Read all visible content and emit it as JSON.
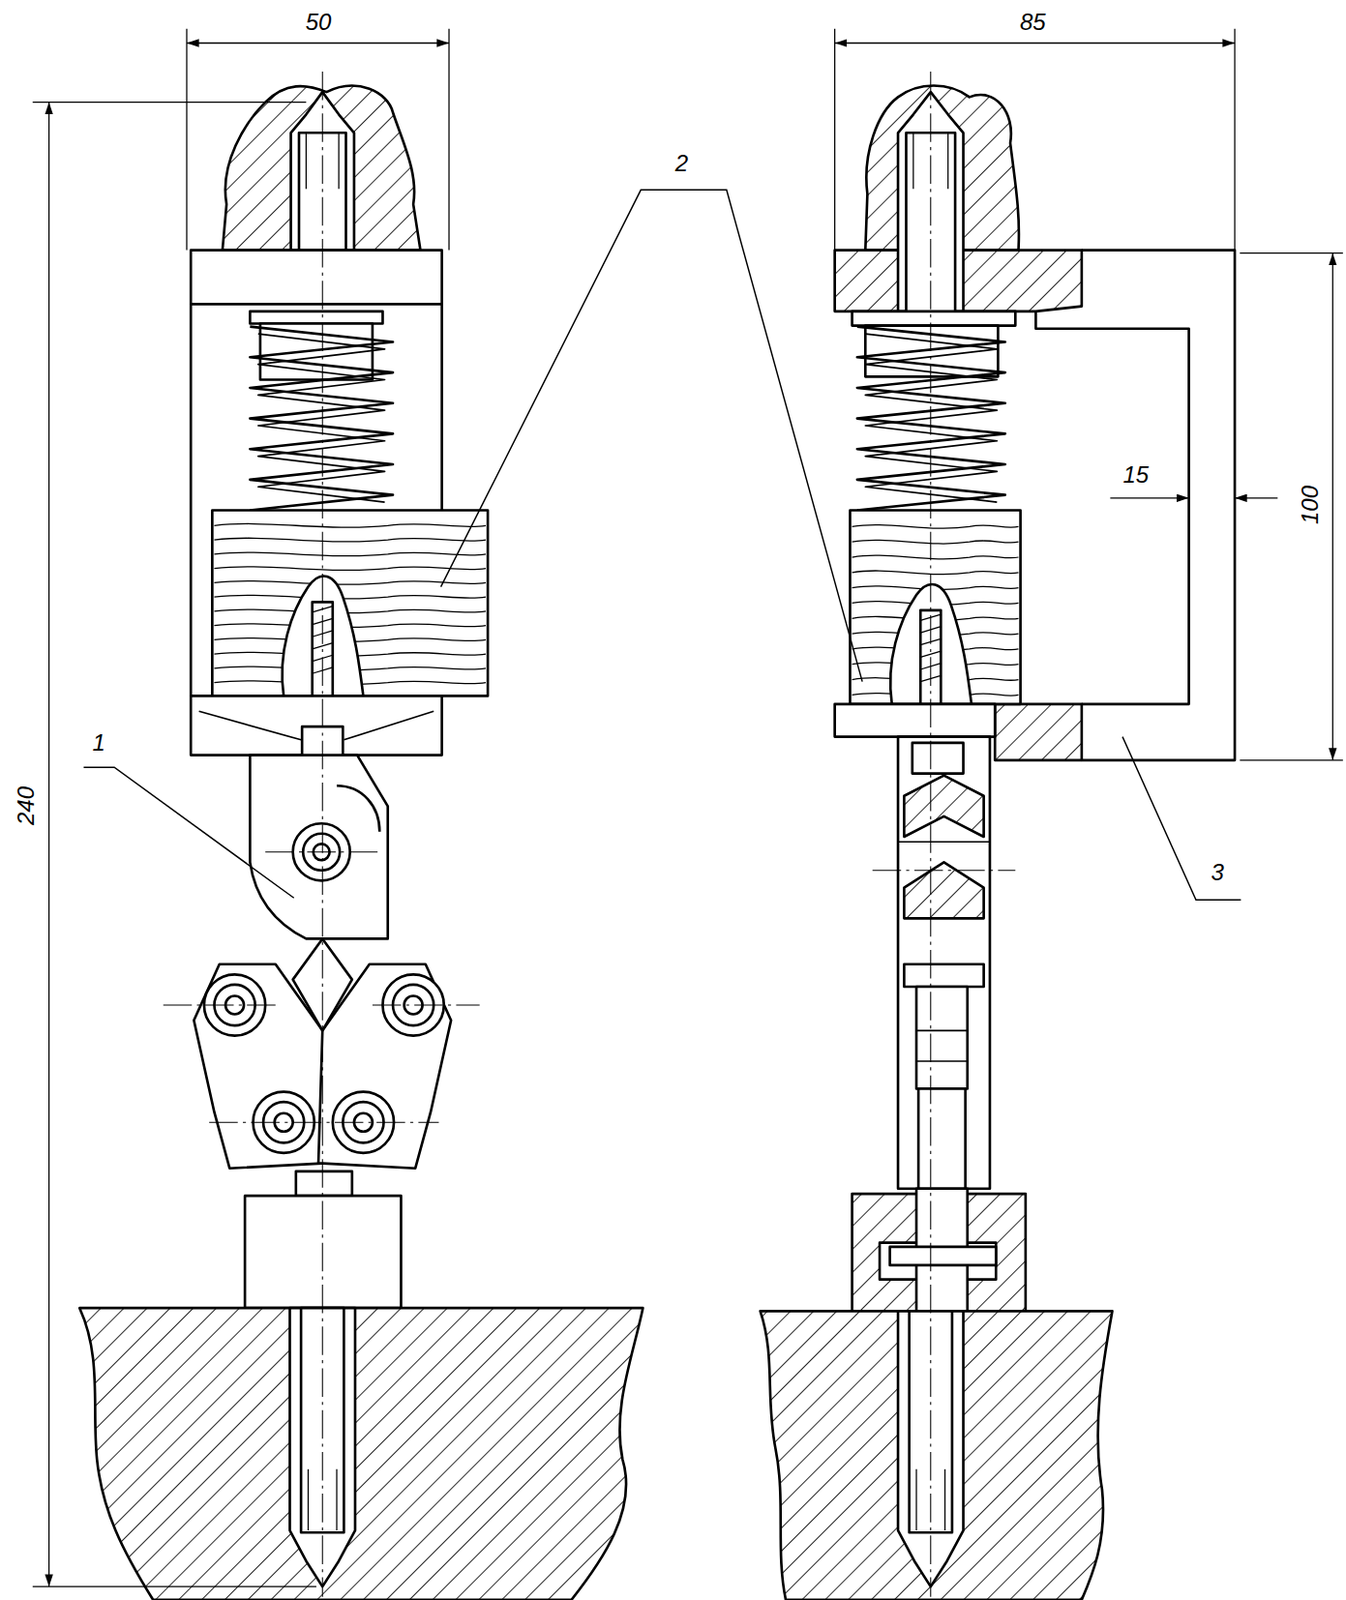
{
  "diagram": {
    "labels": [
      "50",
      "85",
      "240",
      "1",
      "2",
      "15",
      "100",
      "3"
    ]
  }
}
